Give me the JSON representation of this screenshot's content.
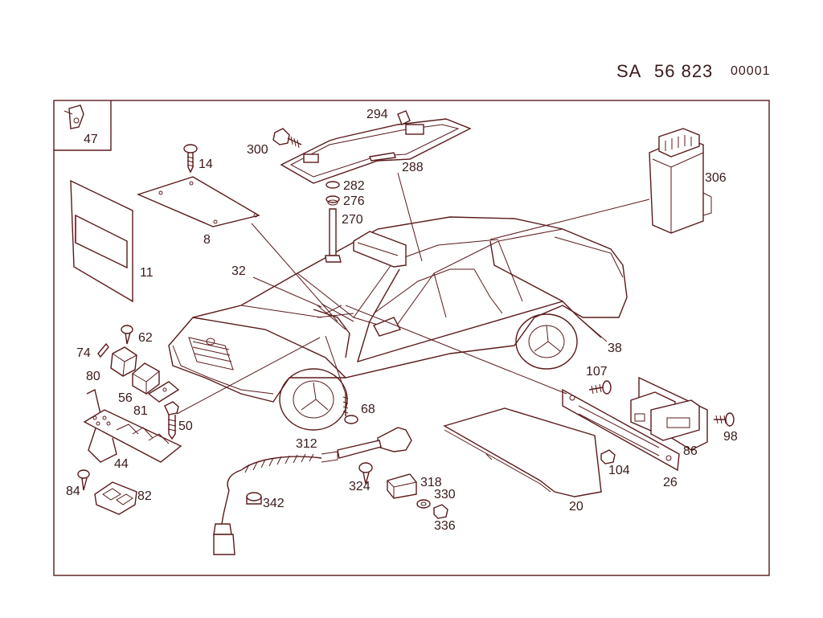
{
  "header": {
    "prefix": "SA",
    "number": "56 823",
    "code": "00001"
  },
  "callouts": [
    {
      "id": "c47",
      "text": "47"
    },
    {
      "id": "c14",
      "text": "14"
    },
    {
      "id": "c8",
      "text": "8"
    },
    {
      "id": "c11",
      "text": "11"
    },
    {
      "id": "c300",
      "text": "300"
    },
    {
      "id": "c294",
      "text": "294"
    },
    {
      "id": "c288",
      "text": "288"
    },
    {
      "id": "c282",
      "text": "282"
    },
    {
      "id": "c276",
      "text": "276"
    },
    {
      "id": "c270",
      "text": "270"
    },
    {
      "id": "c306",
      "text": "306"
    },
    {
      "id": "c32",
      "text": "32"
    },
    {
      "id": "c62",
      "text": "62"
    },
    {
      "id": "c74",
      "text": "74"
    },
    {
      "id": "c80",
      "text": "80"
    },
    {
      "id": "c56",
      "text": "56"
    },
    {
      "id": "c81",
      "text": "81"
    },
    {
      "id": "c50",
      "text": "50"
    },
    {
      "id": "c44",
      "text": "44"
    },
    {
      "id": "c84",
      "text": "84"
    },
    {
      "id": "c82",
      "text": "82"
    },
    {
      "id": "c68",
      "text": "68"
    },
    {
      "id": "c312",
      "text": "312"
    },
    {
      "id": "c324",
      "text": "324"
    },
    {
      "id": "c318",
      "text": "318"
    },
    {
      "id": "c330",
      "text": "330"
    },
    {
      "id": "c336",
      "text": "336"
    },
    {
      "id": "c342",
      "text": "342"
    },
    {
      "id": "c38",
      "text": "38"
    },
    {
      "id": "c107",
      "text": "107"
    },
    {
      "id": "c20",
      "text": "20"
    },
    {
      "id": "c104",
      "text": "104"
    },
    {
      "id": "c26",
      "text": "26"
    },
    {
      "id": "c86",
      "text": "86"
    },
    {
      "id": "c98",
      "text": "98"
    }
  ]
}
